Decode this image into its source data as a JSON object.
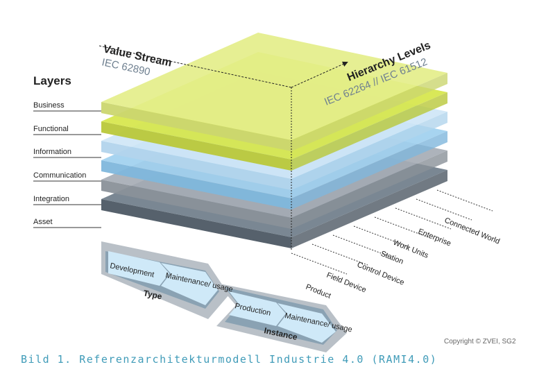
{
  "layers_title": "Layers",
  "layers": [
    "Business",
    "Functional",
    "Information",
    "Communication",
    "Integration",
    "Asset"
  ],
  "value_stream": {
    "title": "Value Stream",
    "standard": "IEC 62890"
  },
  "hierarchy": {
    "title": "Hierarchy Levels",
    "standard": "IEC 62264 // IEC 61512"
  },
  "hierarchy_levels": [
    "Product",
    "Field Device",
    "Control Device",
    "Station",
    "Work Units",
    "Enterprise",
    "Connected World"
  ],
  "lifecycle": {
    "type": {
      "label": "Type",
      "phases": [
        "Development",
        "Maintenance/ usage"
      ]
    },
    "instance": {
      "label": "Instance",
      "phases": [
        "Production",
        "Maintenance/ usage"
      ]
    }
  },
  "copyright": "Copyright © ZVEI, SG2",
  "caption": "Bild 1.  Referenzarchitekturmodell Industrie 4.0 (RAMI4.0)",
  "colors": {
    "business": "#e4ee8a",
    "functional": "#d6e64a",
    "information": "#cfe6f6",
    "communication": "#9fd0ef",
    "integration": "#a6adb5",
    "asset": "#6f7d8a",
    "caption": "#3f9bb8"
  }
}
